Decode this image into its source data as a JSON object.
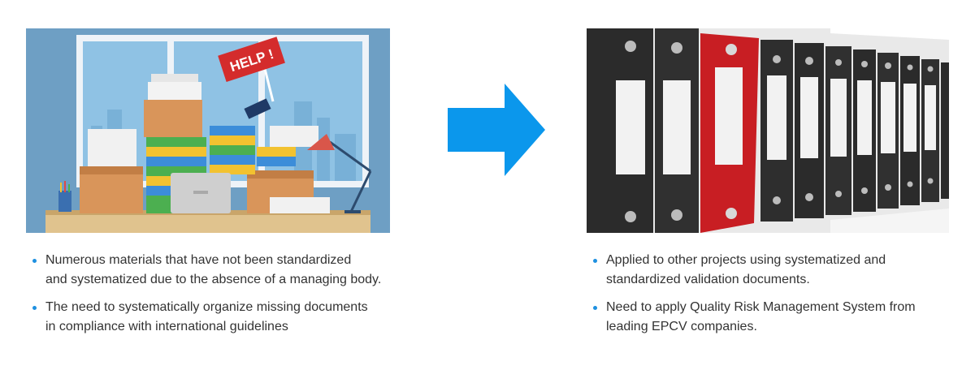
{
  "colors": {
    "accent": "#0b97ec",
    "bullet": "#1e90e0",
    "binder_red": "#c81e23",
    "binder_black": "#2b2b2b"
  },
  "left": {
    "help_sign": "HELP !",
    "bullets": [
      {
        "line1": "Numerous materials that have not been standardized",
        "line2": "and systematized due to the absence of a managing body."
      },
      {
        "line1": "The need to systematically organize missing documents",
        "line2": "in compliance with international guidelines"
      }
    ]
  },
  "right": {
    "bullets": [
      {
        "line1": "Applied to other projects using systematized and",
        "line2": "standardized validation documents."
      },
      {
        "line1": "Need to apply Quality Risk Management System from",
        "line2": "leading EPCV companies."
      }
    ]
  },
  "icons": {
    "transition": "arrow-right-icon"
  }
}
